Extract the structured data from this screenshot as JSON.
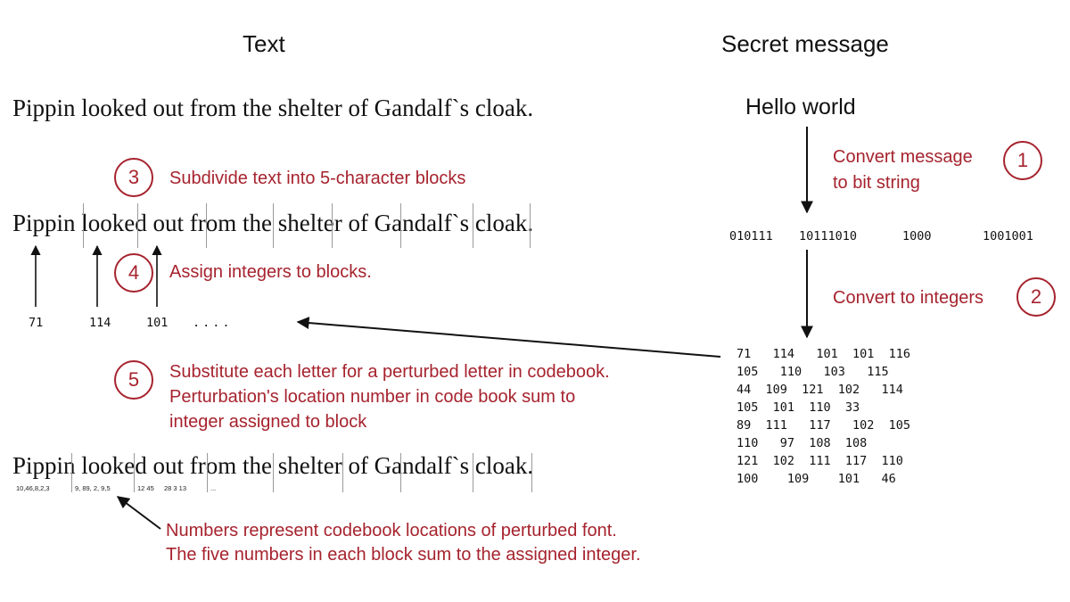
{
  "headings": {
    "text": "Text",
    "secret": "Secret message"
  },
  "sentence": "Pippin looked out from the shelter of Gandalf`s cloak.",
  "sentence_blocked": "Pippin looked out from the shelter of Gandalf`s cloak.",
  "sentence_perturbed": "Pippin looked out from the shelter of Gandalf`s cloak.",
  "message": "Hello world",
  "steps": [
    {
      "number": "1",
      "text_lines": [
        "Convert message",
        "to bit string"
      ]
    },
    {
      "number": "2",
      "text_lines": [
        "Convert to integers"
      ]
    },
    {
      "number": "3",
      "text_lines": [
        "Subdivide text into 5-character blocks"
      ]
    },
    {
      "number": "4",
      "text_lines": [
        "Assign integers to blocks."
      ]
    },
    {
      "number": "5",
      "text_lines": [
        "Substitute each letter for a perturbed letter in codebook.",
        "Perturbation's location number in code book sum to",
        "integer assigned to block"
      ]
    }
  ],
  "bit_strings": [
    "010111",
    "10111010",
    "1000",
    "1001001"
  ],
  "integer_rows": [
    "71   114   101  101  116",
    "105   110   103   115",
    "44  109  121  102   114",
    "105  101  110  33",
    "89  111   117   102  105",
    "110   97  108  108",
    "121  102  111  117  110",
    "100    109    101   46"
  ],
  "assigned_integers": [
    "71",
    "114",
    "101",
    "...."
  ],
  "codebook_numbers": [
    "10,46,8,2,3",
    "9,  89, 2, 9,5",
    "12 45",
    "28 3 13",
    "..."
  ],
  "note_lines": [
    "Numbers represent codebook locations of perturbed font.",
    "The five numbers in each block sum to the assigned integer."
  ]
}
